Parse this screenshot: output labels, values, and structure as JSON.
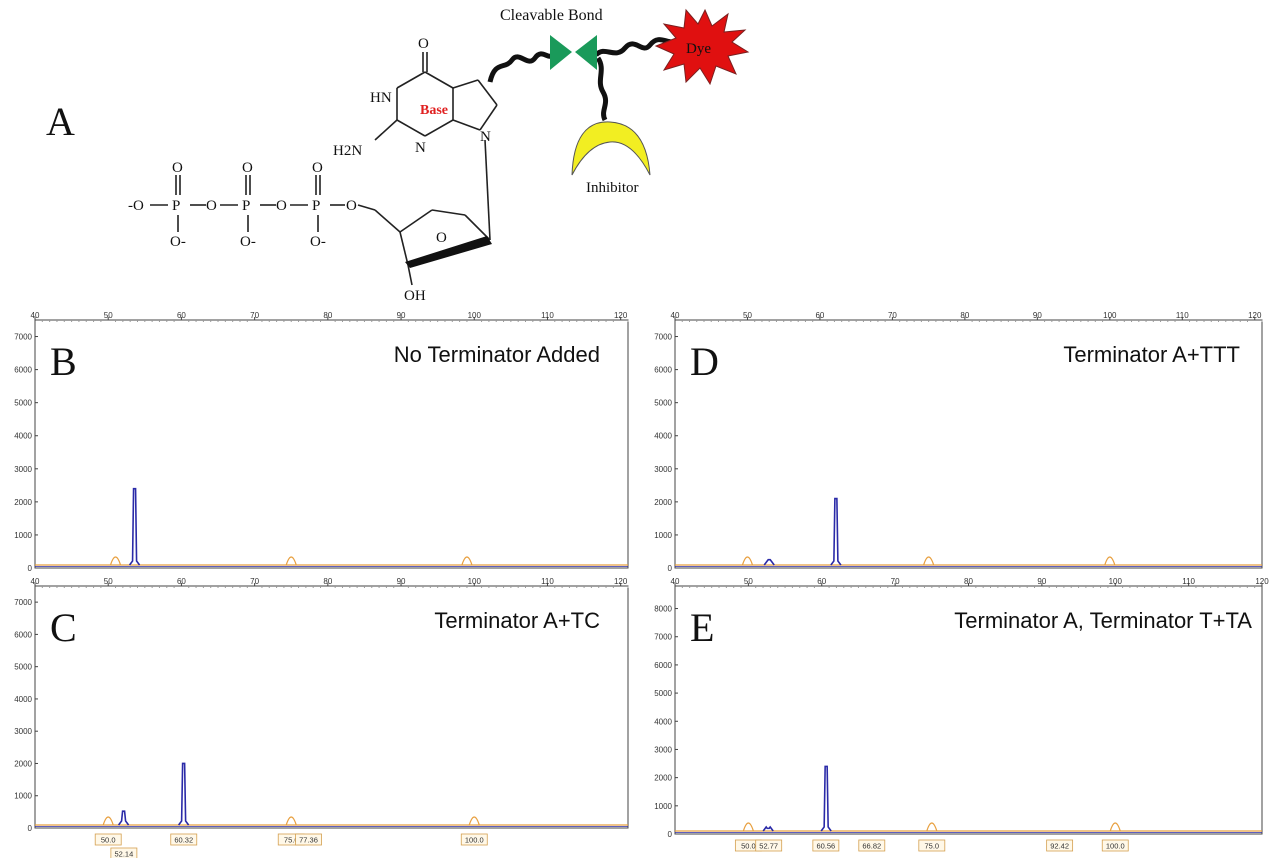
{
  "panel_a": {
    "letter": "A",
    "labels": {
      "cleavable_bond": "Cleavable Bond",
      "dye": "Dye",
      "inhibitor": "Inhibitor",
      "base": "Base",
      "o_top": "O",
      "hn": "HN",
      "h2n": "H2N",
      "n_ring": "N",
      "n_glyco": "N",
      "oh": "OH",
      "o_ring": "O",
      "phosphate_o_minus": "-O",
      "p": "P",
      "o": "O",
      "o_minus": "O-"
    }
  },
  "colors": {
    "peak": "#2a2aa8",
    "baseline": "#e8a040",
    "dye": "#e01010",
    "bond": "#1a9a5a",
    "inhibitor": "#f2ee22",
    "base_text": "#e02020"
  },
  "chart_data": [
    {
      "panel": "B",
      "type": "line",
      "title": "No Terminator Added",
      "x_ticks": [
        40,
        50,
        60,
        70,
        80,
        90,
        100,
        110,
        120
      ],
      "y_ticks": [
        0,
        1000,
        2000,
        3000,
        4000,
        5000,
        6000,
        7000
      ],
      "xlim": [
        40,
        121
      ],
      "ylim": [
        0,
        7500
      ],
      "peaks": [
        {
          "x": 53.6,
          "y": 2400
        }
      ],
      "size_standard_marks": [
        51,
        75,
        99
      ],
      "peak_labels": []
    },
    {
      "panel": "C",
      "type": "line",
      "title": "Terminator A+TC",
      "x_ticks": [
        40,
        50,
        60,
        70,
        80,
        90,
        100,
        110,
        120
      ],
      "y_ticks": [
        0,
        1000,
        2000,
        3000,
        4000,
        5000,
        6000,
        7000
      ],
      "xlim": [
        40,
        121
      ],
      "ylim": [
        0,
        7500
      ],
      "peaks": [
        {
          "x": 52.1,
          "y": 520
        },
        {
          "x": 60.3,
          "y": 2000
        }
      ],
      "size_standard_marks": [
        50,
        75,
        100
      ],
      "peak_labels": [
        {
          "x": 50.0,
          "text": "50.0",
          "row": 0
        },
        {
          "x": 52.14,
          "text": "52.14",
          "row": 1
        },
        {
          "x": 60.32,
          "text": "60.32",
          "row": 0
        },
        {
          "x": 75.0,
          "text": "75.0",
          "row": 0
        },
        {
          "x": 77.36,
          "text": "77.36",
          "row": 0
        },
        {
          "x": 100.0,
          "text": "100.0",
          "row": 0
        }
      ]
    },
    {
      "panel": "D",
      "type": "line",
      "title": "Terminator A+TTT",
      "x_ticks": [
        40,
        50,
        60,
        70,
        80,
        90,
        100,
        110,
        120
      ],
      "y_ticks": [
        0,
        1000,
        2000,
        3000,
        4000,
        5000,
        6000,
        7000
      ],
      "xlim": [
        40,
        121
      ],
      "ylim": [
        0,
        7500
      ],
      "peaks": [
        {
          "x": 53.0,
          "y": 250
        },
        {
          "x": 62.2,
          "y": 2100
        }
      ],
      "size_standard_marks": [
        50,
        75,
        100
      ],
      "peak_labels": []
    },
    {
      "panel": "E",
      "type": "line",
      "title": "Terminator A, Terminator T+TA",
      "x_ticks": [
        40,
        50,
        60,
        70,
        80,
        90,
        100,
        110,
        120
      ],
      "y_ticks": [
        0,
        1000,
        2000,
        3000,
        4000,
        5000,
        6000,
        7000,
        8000
      ],
      "xlim": [
        40,
        120
      ],
      "ylim": [
        0,
        8800
      ],
      "peaks": [
        {
          "x": 52.7,
          "y": 200
        },
        {
          "x": 60.6,
          "y": 2400
        }
      ],
      "size_standard_marks": [
        50,
        75,
        100
      ],
      "peak_labels": [
        {
          "x": 50.0,
          "text": "50.0",
          "row": 0
        },
        {
          "x": 52.77,
          "text": "52.77",
          "row": 0
        },
        {
          "x": 60.56,
          "text": "60.56",
          "row": 0
        },
        {
          "x": 66.82,
          "text": "66.82",
          "row": 0
        },
        {
          "x": 75.0,
          "text": "75.0",
          "row": 0
        },
        {
          "x": 92.42,
          "text": "92.42",
          "row": 0
        },
        {
          "x": 100.0,
          "text": "100.0",
          "row": 0
        }
      ]
    }
  ]
}
